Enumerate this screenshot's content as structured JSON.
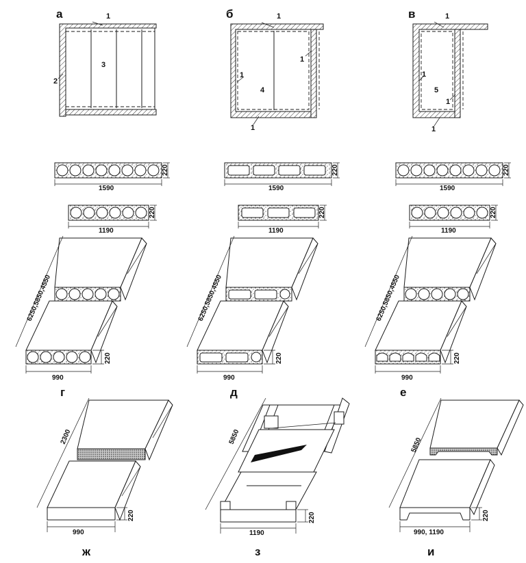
{
  "panel_labels": {
    "a": "а",
    "b": "б",
    "v": "в",
    "g": "г",
    "d": "д",
    "e": "е",
    "zh": "ж",
    "z": "з",
    "i": "и"
  },
  "plan_a": {
    "n1": "1",
    "n2": "2",
    "n3": "3"
  },
  "plan_b": {
    "n1_top": "1",
    "n1_right": "1",
    "n1_left": "1",
    "n1_bottom": "1",
    "n4": "4"
  },
  "plan_v": {
    "n1_top": "1",
    "n1_left": "1",
    "n1_right": "1",
    "n1_bottom": "1",
    "n5": "5"
  },
  "sections": {
    "length_long": "1590",
    "length_short": "1190",
    "thickness": "220"
  },
  "isometric": {
    "length_multi": "6250,5850,4550",
    "width": "990",
    "thickness": "220"
  },
  "bottom_row": {
    "zh": {
      "length": "2300",
      "width": "990",
      "thickness": "220"
    },
    "z": {
      "length": "5850",
      "width": "1190",
      "thickness": "220"
    },
    "i": {
      "length": "5850",
      "width": "990, 1190",
      "thickness": "220"
    }
  }
}
